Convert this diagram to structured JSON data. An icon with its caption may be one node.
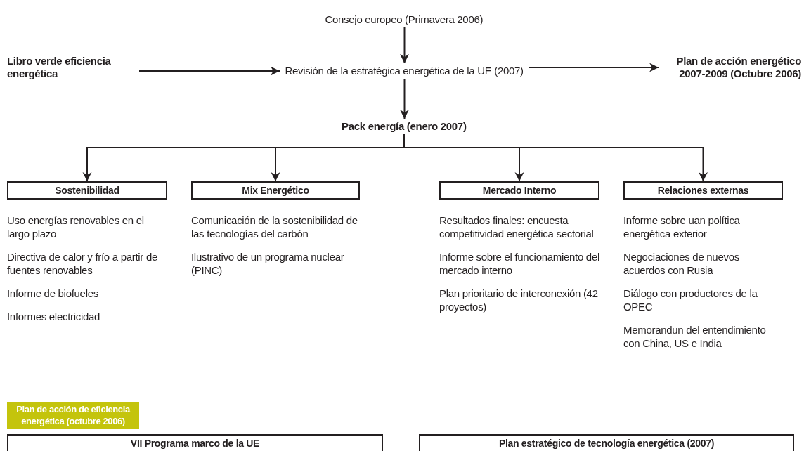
{
  "diagram": {
    "nodes": [
      {
        "text": [
          "Consejo europeo (Primavera 2006)"
        ]
      },
      {
        "text": [
          "Libro verde eficiencia energética"
        ]
      },
      {
        "text": [
          "Revisión de la estratégica energética de la UE (2007)"
        ]
      },
      {
        "text": [
          "Plan de acción energético 2007-2009 (Octubre 2006)"
        ]
      },
      {
        "text": [
          "Pack energía (enero 2007)"
        ]
      },
      {
        "text": [
          "Sostenibilidad"
        ],
        "beside": [
          "Uso energías renovables en el largo plazo",
          "Directiva de calor y frío a partir de fuentes renovables",
          "Informe de biofueles",
          "Informes electricidad"
        ]
      },
      {
        "text": [
          "Mix Energético"
        ],
        "beside": [
          "Comunicación de la sostenibilidad de las tecnologías del carbón",
          "Ilustrativo de un programa nuclear (PINC)"
        ]
      },
      {
        "text": [
          "Mercado Interno"
        ],
        "beside": [
          "Resultados finales: encuesta competitividad energética sectorial",
          "Informe sobre el funcionamiento del mercado interno",
          "Plan prioritario de interconexión (42 proyectos)"
        ]
      },
      {
        "text": [
          "Relaciones externas"
        ],
        "beside": [
          "Informe sobre uan política energética exterior",
          "Negociaciones de nuevos acuerdos con Rusia",
          "Diálogo con productores de la OPEC",
          "Memorandun del entendimiento con China, US e India"
        ]
      },
      {
        "text": [
          "Plan de acción de eficiencia energética (octubre 2006)"
        ]
      },
      {
        "text": [
          "VII Programa marco de la UE"
        ]
      },
      {
        "text": [
          "Plan estratégico de tecnología energética (2007)"
        ]
      }
    ],
    "edges": [
      {
        "from": 0,
        "to": 2,
        "arrow": "to"
      },
      {
        "from": 1,
        "to": 2,
        "arrow": "to"
      },
      {
        "from": 2,
        "to": 3,
        "arrow": "to"
      },
      {
        "from": 2,
        "to": 4,
        "arrow": "to"
      },
      {
        "from": 4,
        "to": 5,
        "arrow": "to"
      },
      {
        "from": 4,
        "to": 6,
        "arrow": "to"
      },
      {
        "from": 4,
        "to": 7,
        "arrow": "to"
      },
      {
        "from": 4,
        "to": 8,
        "arrow": "to"
      }
    ]
  }
}
